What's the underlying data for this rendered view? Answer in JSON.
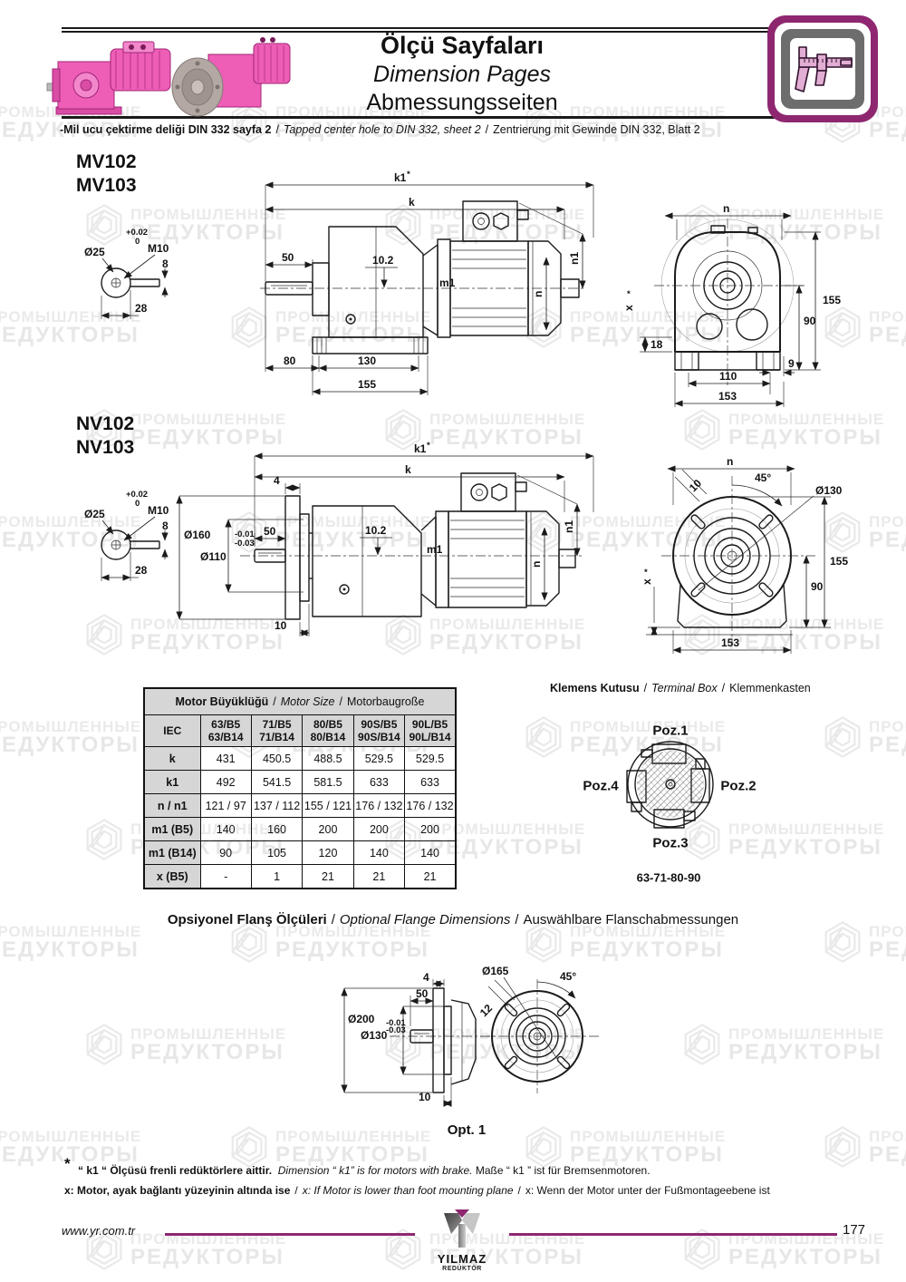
{
  "sep": "/",
  "watermark": {
    "line1": "ПРОМЫШЛЕННЫЕ",
    "line2": "РЕДУКТОРЫ"
  },
  "colors": {
    "accent": "#8e2770",
    "pink": "#ee5eb6",
    "watermark_gray": "#e9e9e9",
    "table_header_bg": "#d6d6d6"
  },
  "header": {
    "title_tr": "Ölçü Sayfaları",
    "title_en": "Dimension Pages",
    "title_de": "Abmessungsseiten",
    "note_tr": "-Mil ucu çektirme deliği DIN 332 sayfa 2",
    "note_en": "Tapped center hole to DIN 332, sheet 2",
    "note_de": "Zentrierung mit Gewinde DIN 332, Blatt 2"
  },
  "shaft": {
    "tol_top": "+0.02",
    "tol_bot": "0",
    "dia": "Ø25",
    "thread": "M10",
    "key": "8",
    "len": "28"
  },
  "mv": {
    "model1": "MV102",
    "model2": "MV103",
    "side": {
      "k1": "k1",
      "star": "*",
      "k": "k",
      "l50": "50",
      "l102": "10.2",
      "m1": "m1",
      "n": "n",
      "n1": "n1",
      "l80": "80",
      "l130": "130",
      "l155": "155"
    },
    "front": {
      "n": "n",
      "l155": "155",
      "l90": "90",
      "l18": "18",
      "x": "x",
      "star": "*",
      "l110": "110",
      "l9": "9",
      "l153": "153"
    }
  },
  "nv": {
    "model1": "NV102",
    "model2": "NV103",
    "side": {
      "k1": "k1",
      "star": "*",
      "k": "k",
      "l4": "4",
      "d160": "Ø160",
      "d110": "Ø110",
      "t1": "-0.01",
      "t2": "-0.03",
      "l50": "50",
      "l102": "10.2",
      "m1": "m1",
      "n": "n",
      "n1": "n1",
      "l10": "10"
    },
    "front": {
      "n": "n",
      "l10": "10",
      "a45": "45°",
      "d130": "Ø130",
      "l155": "155",
      "l90": "90",
      "x": "x",
      "star": "*",
      "l153": "153"
    }
  },
  "table": {
    "title_tr": "Motor Büyüklüğü",
    "title_en": "Motor Size",
    "title_de": "Motorbaugroße",
    "col0": "IEC",
    "columns": [
      {
        "a": "63/B5",
        "b": "63/B14"
      },
      {
        "a": "71/B5",
        "b": "71/B14"
      },
      {
        "a": "80/B5",
        "b": "80/B14"
      },
      {
        "a": "90S/B5",
        "b": "90S/B14"
      },
      {
        "a": "90L/B5",
        "b": "90L/B14"
      }
    ],
    "rows": [
      {
        "label": "k",
        "values": [
          "431",
          "450.5",
          "488.5",
          "529.5",
          "529.5"
        ]
      },
      {
        "label": "k1",
        "values": [
          "492",
          "541.5",
          "581.5",
          "633",
          "633"
        ]
      },
      {
        "label": "n / n1",
        "values": [
          "121 / 97",
          "137 / 112",
          "155 / 121",
          "176 / 132",
          "176 / 132"
        ]
      },
      {
        "label": "m1 (B5)",
        "values": [
          "140",
          "160",
          "200",
          "200",
          "200"
        ]
      },
      {
        "label": "m1 (B14)",
        "values": [
          "90",
          "105",
          "120",
          "140",
          "140"
        ]
      },
      {
        "label": "x (B5)",
        "values": [
          "-",
          "1",
          "21",
          "21",
          "21"
        ]
      }
    ]
  },
  "terminal": {
    "title_tr": "Klemens Kutusu",
    "title_en": "Terminal Box",
    "title_de": "Klemmenkasten",
    "poz": [
      "Poz.1",
      "Poz.2",
      "Poz.3",
      "Poz.4"
    ],
    "sizes": "63-71-80-90"
  },
  "flange": {
    "title_tr": "Opsiyonel Flanş Ölçüleri",
    "title_en": "Optional Flange Dimensions",
    "title_de": "Auswählbare Flanschabmessungen",
    "side": {
      "l4": "4",
      "l50": "50",
      "d200": "Ø200",
      "t1": "-0.01",
      "t2": "-0.03",
      "d130": "Ø130",
      "l10": "10"
    },
    "front": {
      "d165": "Ø165",
      "a45": "45°",
      "l12": "12"
    },
    "caption": "Opt. 1"
  },
  "footnotes": {
    "star": "*",
    "line1_tr": "“ k1 “ Ölçüsü frenli redüktörlere aittir.",
    "line1_en": "Dimension “ k1” is for motors with brake.",
    "line1_de": "Maße “ k1 ” ist für Bremsenmotoren.",
    "line2_tr": "x: Motor, ayak bağlantı yüzeyinin altında ise",
    "line2_en": "x: If Motor is lower than foot mounting plane",
    "line2_de": "x: Wenn der Motor unter der Fußmontageebene ist"
  },
  "footer": {
    "url": "www.yr.com.tr",
    "logo1": "YILMAZ",
    "logo2": "REDÜKTÖR",
    "page": "177"
  }
}
